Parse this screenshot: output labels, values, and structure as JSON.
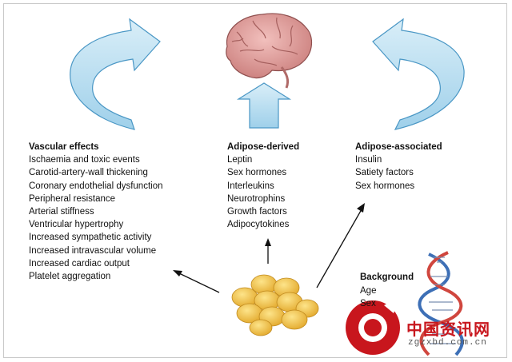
{
  "columns": {
    "vascular": {
      "header": "Vascular effects",
      "items": [
        "Ischaemia and toxic events",
        "Carotid-artery-wall thickening",
        "Coronary endothelial dysfunction",
        "Peripheral resistance",
        "Arterial stiffness",
        "Ventricular hypertrophy",
        "Increased sympathetic activity",
        "Increased intravascular volume",
        "Increased cardiac output",
        "Platelet aggregation"
      ]
    },
    "adipose_derived": {
      "header": "Adipose-derived",
      "items": [
        "Leptin",
        "Sex hormones",
        "Interleukins",
        "Neurotrophins",
        "Growth factors",
        "Adipocytokines"
      ]
    },
    "adipose_associated": {
      "header": "Adipose-associated",
      "items": [
        "Insulin",
        "Satiety factors",
        "Sex hormones"
      ]
    }
  },
  "background": {
    "title": "Background",
    "items": [
      "Age",
      "Sex"
    ]
  },
  "watermark": {
    "name": "中国资讯网",
    "url": "zgzxbd.com.cn"
  },
  "colors": {
    "arrow_fill": "#b5dcef",
    "arrow_stroke": "#4a97c5",
    "brain": "#d48a8a",
    "fat": "#f2c24c",
    "dna_blue": "#3d6fb6",
    "dna_red": "#d0463e",
    "watermark_red": "#c8161d"
  }
}
